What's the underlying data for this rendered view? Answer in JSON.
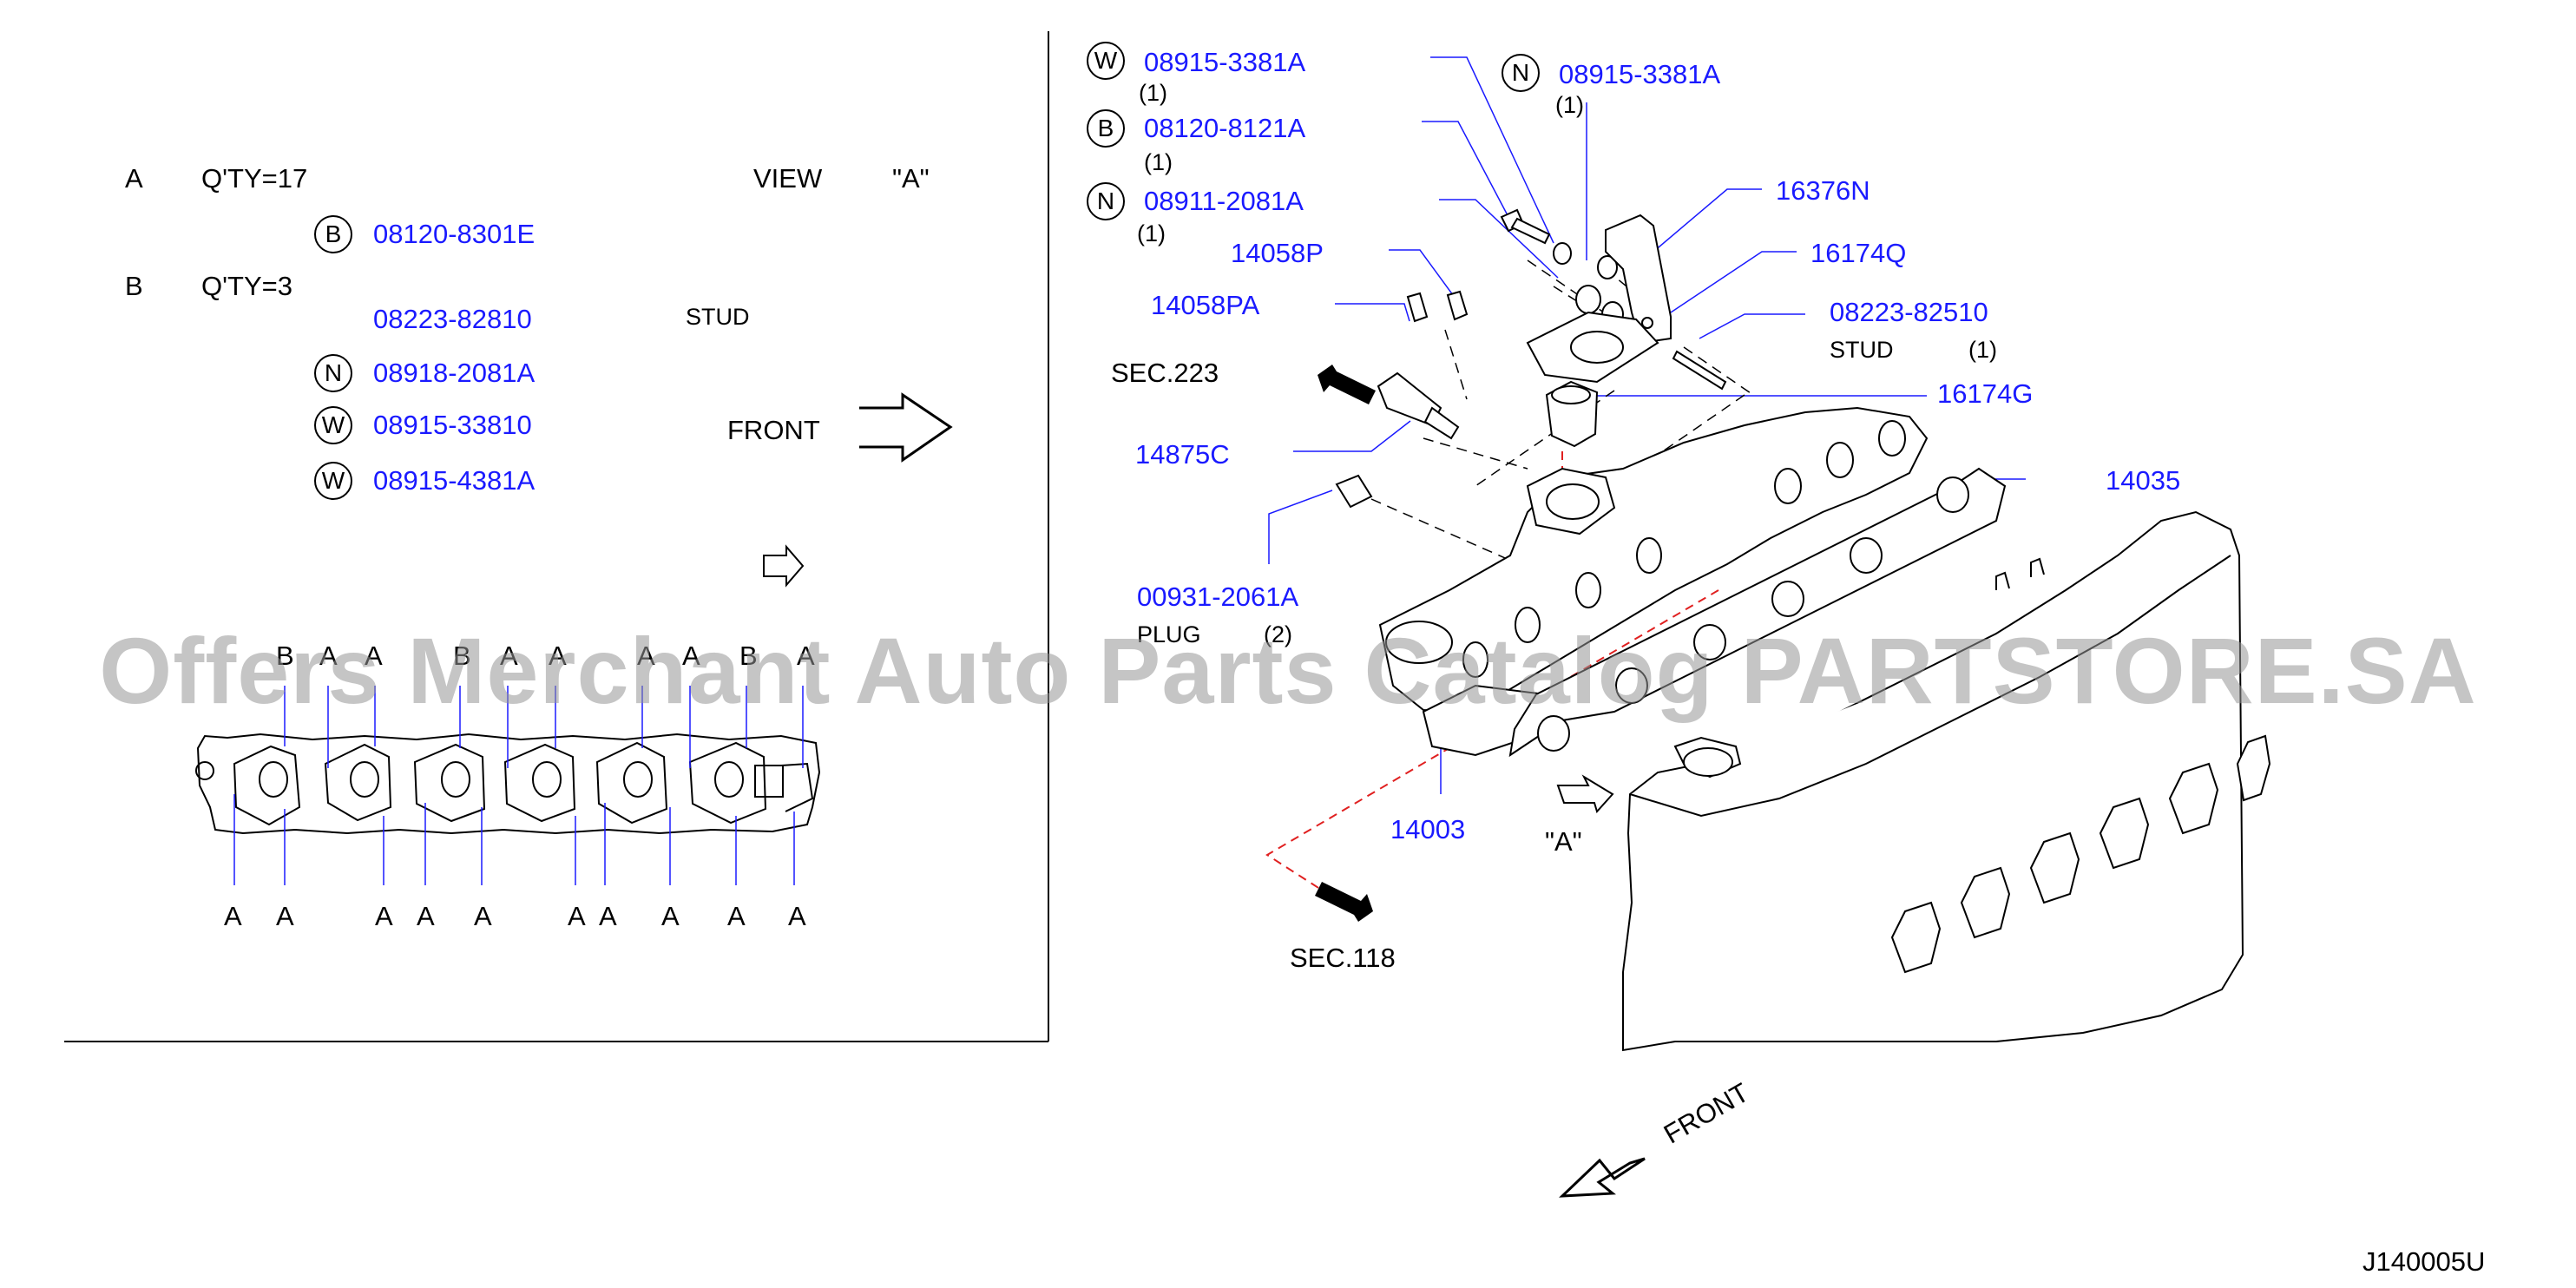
{
  "legend": {
    "a_letter": "A",
    "a_qty": "Q'TY=17",
    "a_part": {
      "badge": "B",
      "number": "08120-8301E"
    },
    "b_letter": "B",
    "b_qty": "Q'TY=3",
    "b_stud_number": "08223-82810",
    "b_stud_label": "STUD",
    "b_parts": [
      {
        "badge": "N",
        "number": "08918-2081A"
      },
      {
        "badge": "W",
        "number": "08915-33810"
      },
      {
        "badge": "W",
        "number": "08915-4381A"
      }
    ],
    "view_label": "VIEW",
    "view_letter": "\"A\"",
    "front_label": "FRONT"
  },
  "inset": {
    "top_letters": [
      "B",
      "A",
      "A",
      "B",
      "A",
      "A",
      "A",
      "A",
      "B",
      "A"
    ],
    "bottom_letters": [
      "A",
      "A",
      "A",
      "A",
      "A",
      "A",
      "A",
      "A",
      "A",
      "A"
    ]
  },
  "parts": {
    "p1": {
      "badge": "W",
      "number": "08915-3381A",
      "qty": "(1)"
    },
    "p2": {
      "badge": "N",
      "number": "08915-3381A",
      "qty": "(1)"
    },
    "p3": {
      "badge": "B",
      "number": "08120-8121A",
      "qty": "(1)"
    },
    "p4": {
      "badge": "N",
      "number": "08911-2081A",
      "qty": "(1)"
    },
    "p5": {
      "number": "16376N"
    },
    "p6": {
      "number": "14058P"
    },
    "p7": {
      "number": "16174Q"
    },
    "p8": {
      "number": "14058PA"
    },
    "p9": {
      "number": "08223-82510",
      "label": "STUD",
      "qty": "(1)"
    },
    "p10": {
      "number": "16174G"
    },
    "p11": {
      "number": "14875C"
    },
    "p12": {
      "number": "14035"
    },
    "p13": {
      "number": "00931-2061A",
      "label": "PLUG",
      "qty": "(2)"
    },
    "p14": {
      "number": "14003"
    }
  },
  "refs": {
    "sec223": "SEC.223",
    "sec118": "SEC.118",
    "view_a": "\"A\"",
    "front": "FRONT"
  },
  "diagram_code": "J140005U",
  "watermark": "Offers Merchant Auto Parts Catalog PARTSTORE.SA",
  "colors": {
    "part_number": "#1a1aff",
    "leader": "#1a1aff",
    "section_line": "#e02020",
    "watermark": "#969696"
  }
}
